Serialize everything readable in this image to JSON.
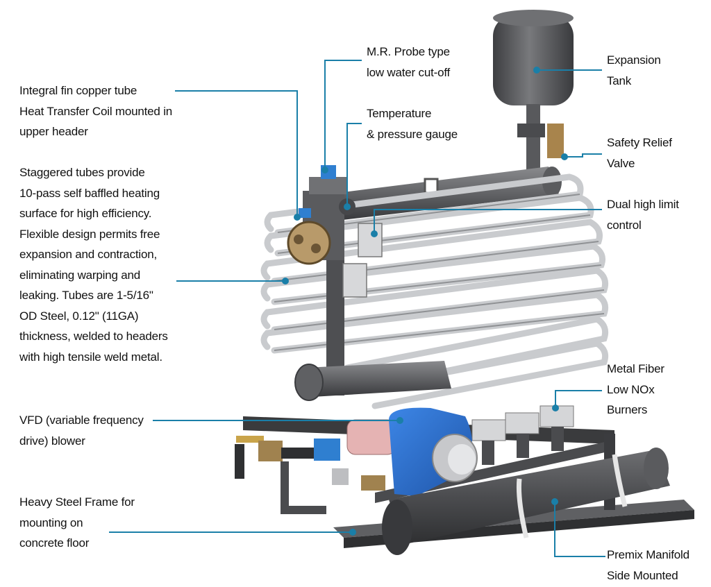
{
  "colors": {
    "leader": "#1a7fa8",
    "steel": "#5c5d60",
    "tube": "#cfd1d4",
    "blower": "#2a6fd1",
    "brass": "#b08a4a"
  },
  "labels": {
    "coil": "Integral fin copper tube\nHeat Transfer Coil mounted in\nupper header",
    "tubes": "Staggered tubes provide\n10-pass self baffled heating\nsurface for high efficiency.\nFlexible design permits free\nexpansion and contraction,\neliminating warping and\nleaking. Tubes are 1-5/16\"\nOD Steel, 0.12\" (11GA)\nthickness, welded to headers\nwith high tensile weld metal.",
    "vfd": "VFD (variable frequency\ndrive) blower",
    "frame": "Heavy Steel Frame for\nmounting on\nconcrete floor",
    "probe": "M.R. Probe type\nlow water cut-off",
    "gauge": "Temperature\n& pressure gauge",
    "tank": "Expansion\nTank",
    "relief": "Safety Relief\nValve",
    "limit": "Dual high limit\ncontrol",
    "burners": "Metal Fiber\nLow NOx\nBurners",
    "manifold": "Premix Manifold\nSide Mounted"
  }
}
